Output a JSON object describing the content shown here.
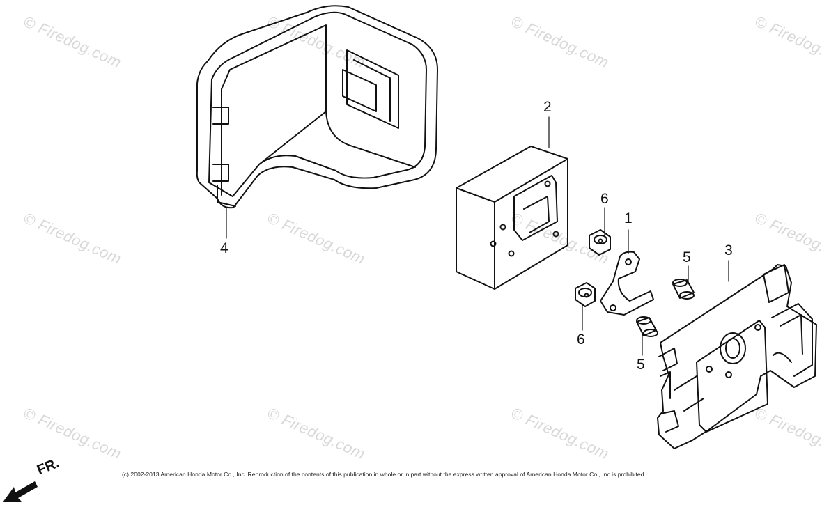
{
  "watermark": "© Firedog.com",
  "callouts": {
    "part_1": "1",
    "part_2": "2",
    "part_3": "3",
    "part_4": "4",
    "part_5_upper": "5",
    "part_5_lower": "5",
    "part_6_upper": "6",
    "part_6_lower": "6"
  },
  "direction_label": "FR.",
  "copyright": "(c) 2002-2013 American Honda Motor Co., Inc. Reproduction of the contents of this publication in whole or in part without the express written approval of American Honda Motor Co., Inc is prohibited.",
  "colors": {
    "line": "#111111",
    "watermark": "#b9b9b9",
    "background": "#ffffff"
  }
}
